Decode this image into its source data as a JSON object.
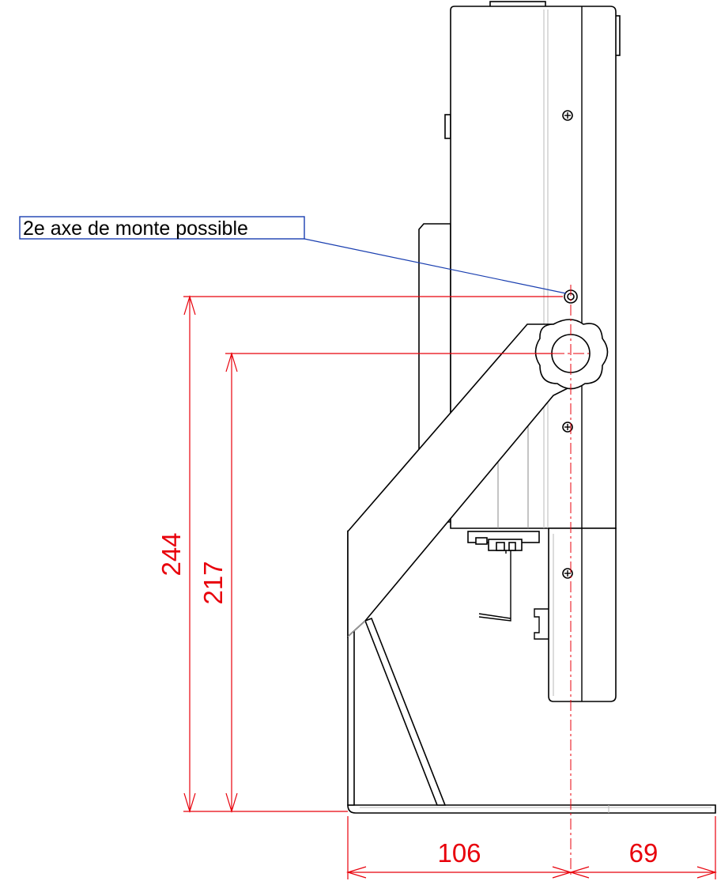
{
  "annotation": {
    "text": "2e axe de monte possible",
    "color": "#1a3fb0"
  },
  "dimensions": {
    "color": "#e8000b",
    "height_244": "244",
    "height_217": "217",
    "width_106": "106",
    "width_69": "69"
  },
  "icons": {
    "screw": "screw-icon",
    "knob": "star-knob-icon"
  }
}
